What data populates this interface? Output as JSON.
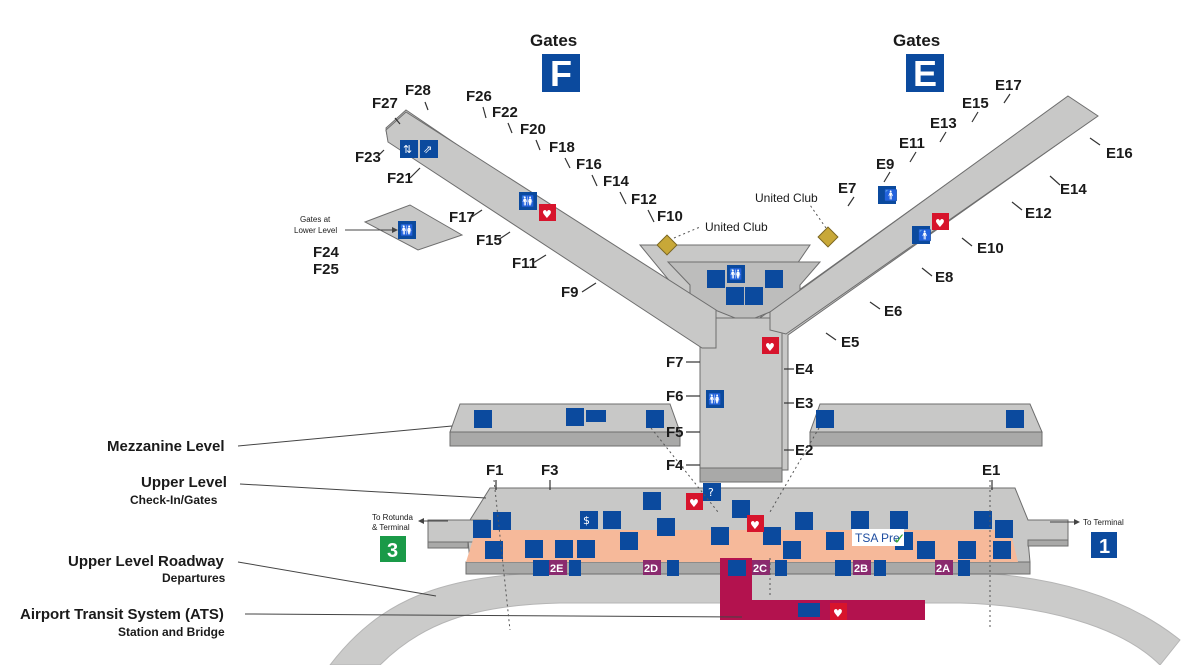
{
  "headings": {
    "gates_f": "Gates",
    "gates_e": "Gates",
    "letter_f": "F",
    "letter_e": "E"
  },
  "f_gates": [
    "F28",
    "F26",
    "F22",
    "F20",
    "F18",
    "F16",
    "F14",
    "F12",
    "F10",
    "F27",
    "F23",
    "F21",
    "F17",
    "F15",
    "F11",
    "F9",
    "F7",
    "F6",
    "F5",
    "F4",
    "F3",
    "F1"
  ],
  "e_gates": [
    "E17",
    "E15",
    "E13",
    "E11",
    "E9",
    "E7",
    "E16",
    "E14",
    "E12",
    "E10",
    "E8",
    "E6",
    "E5",
    "E4",
    "E3",
    "E2",
    "E1"
  ],
  "lower_gates": {
    "note_line1": "Gates at",
    "note_line2": "Lower Level",
    "g1": "F24",
    "g2": "F25"
  },
  "clubs": {
    "club_f": "United Club",
    "club_e": "United Club"
  },
  "levels": {
    "mezzanine": "Mezzanine Level",
    "upper": "Upper Level",
    "upper_sub": "Check-In/Gates",
    "roadway": "Upper Level Roadway",
    "roadway_sub": "Departures",
    "ats": "Airport Transit System (ATS)",
    "ats_sub": "Station and Bridge"
  },
  "navigation": {
    "left_line1": "To Rotunda",
    "left_line2": "& Terminal",
    "left_number": "3",
    "right_text": "To Terminal",
    "right_number": "1"
  },
  "stops": [
    "2E",
    "2D",
    "2C",
    "2B",
    "2A"
  ],
  "tsa": "TSA Pre",
  "icons": {
    "elevator": "elevator-icon",
    "escalator": "escalator-icon",
    "restroom": "restroom-icon",
    "aed": "aed-icon",
    "info": "information-icon"
  },
  "colors": {
    "floor": "#c8c8c7",
    "walkway": "#f6b99a",
    "terminal_f_e": "#0b4a9e",
    "terminal_3": "#1a9a48",
    "ats": "#b3124e",
    "stop_badge": "#8a2a6e",
    "aed": "#d7142c"
  }
}
